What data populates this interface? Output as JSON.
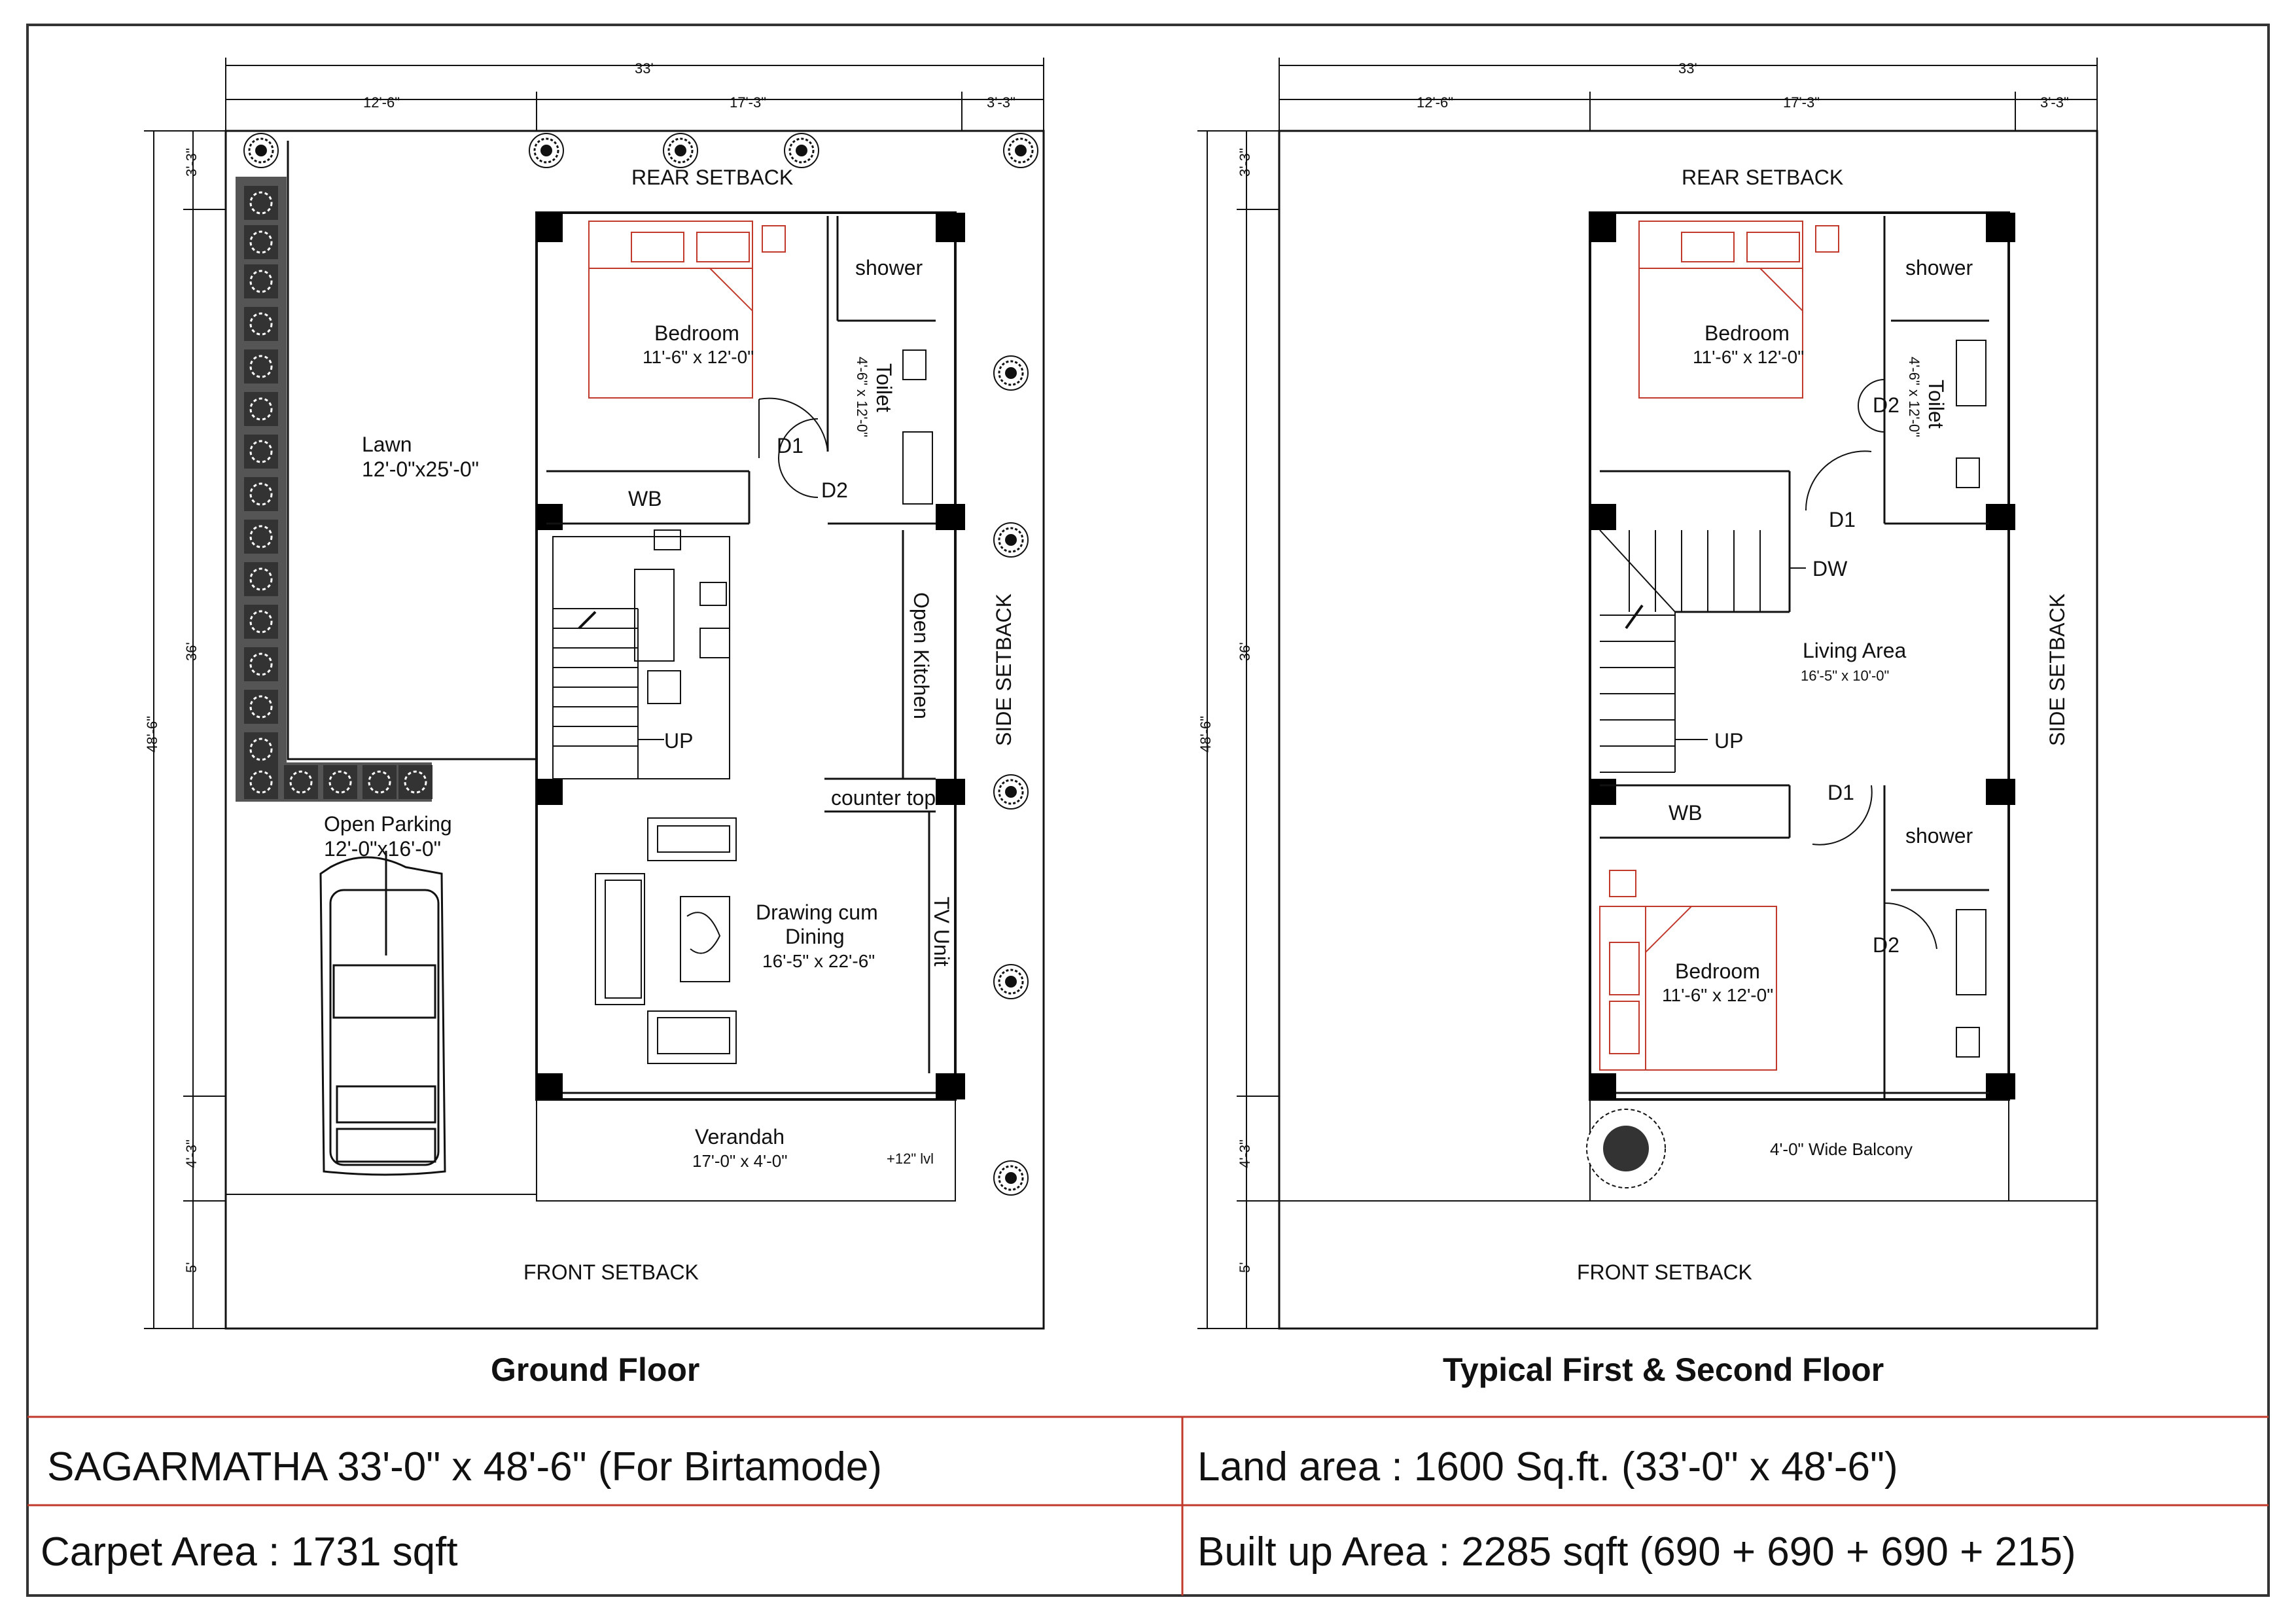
{
  "ground": {
    "title": "Ground Floor",
    "dims": {
      "overall_w": "33'",
      "w1": "12'-6\"",
      "w2": "17'-3\"",
      "w3": "3'-3\"",
      "rear": "3'-3\"",
      "mid": "36'",
      "total_h": "48'-6\"",
      "ver": "4'-3\"",
      "front": "5'"
    },
    "rear_setback": "REAR SETBACK",
    "side_setback": "SIDE SETBACK",
    "front_setback": "FRONT SETBACK",
    "lawn": "Lawn",
    "lawn_size": "12'-0\"x25'-0\"",
    "parking": "Open Parking",
    "parking_size": "12'-0\"x16'-0\"",
    "bedroom": "Bedroom",
    "bedroom_size": "11'-6\" x 12'-0\"",
    "shower": "shower",
    "toilet": "Toilet",
    "toilet_size": "4'-6\" x 12'-0\"",
    "d1": "D1",
    "d2": "D2",
    "wb": "WB",
    "up": "UP",
    "kitchen": "Open Kitchen",
    "counter": "counter top",
    "tv": "TV Unit",
    "drawing1": "Drawing cum",
    "drawing2": "Dining",
    "drawing_size": "16'-5\" x 22'-6\"",
    "verandah": "Verandah",
    "verandah_size": "17'-0\" x 4'-0\"",
    "lvl": "+12\" lvl"
  },
  "first": {
    "title": "Typical First & Second Floor",
    "dims": {
      "overall_w": "33'",
      "w1": "12'-6\"",
      "w2": "17'-3\"",
      "w3": "3'-3\"",
      "rear": "3'-3\"",
      "mid": "36'",
      "total_h": "48'-6\"",
      "ver": "4'-3\"",
      "front": "5'"
    },
    "rear_setback": "REAR SETBACK",
    "side_setback": "SIDE SETBACK",
    "front_setback": "FRONT SETBACK",
    "bedroom1": "Bedroom",
    "bedroom1_size": "11'-6\" x 12'-0\"",
    "shower1": "shower",
    "toilet": "Toilet",
    "toilet_size": "4'-6\" x 12'-0\"",
    "d2a": "D2",
    "d1a": "D1",
    "dw": "DW",
    "living": "Living Area",
    "living_size": "16'-5\" x 10'-0\"",
    "up": "UP",
    "wb": "WB",
    "d1b": "D1",
    "shower2": "shower",
    "d2b": "D2",
    "bedroom2": "Bedroom",
    "bedroom2_size": "11'-6\" x 12'-0\"",
    "balcony": "4'-0\" Wide Balcony"
  },
  "info": {
    "project": "SAGARMATHA 33'-0\" x 48'-6\" (For Birtamode)",
    "land": "Land area : 1600 Sq.ft. (33'-0\" x 48'-6\")",
    "carpet": "Carpet Area : 1731 sqft",
    "builtup": "Built up Area : 2285 sqft (690 + 690 + 690 + 215)"
  }
}
